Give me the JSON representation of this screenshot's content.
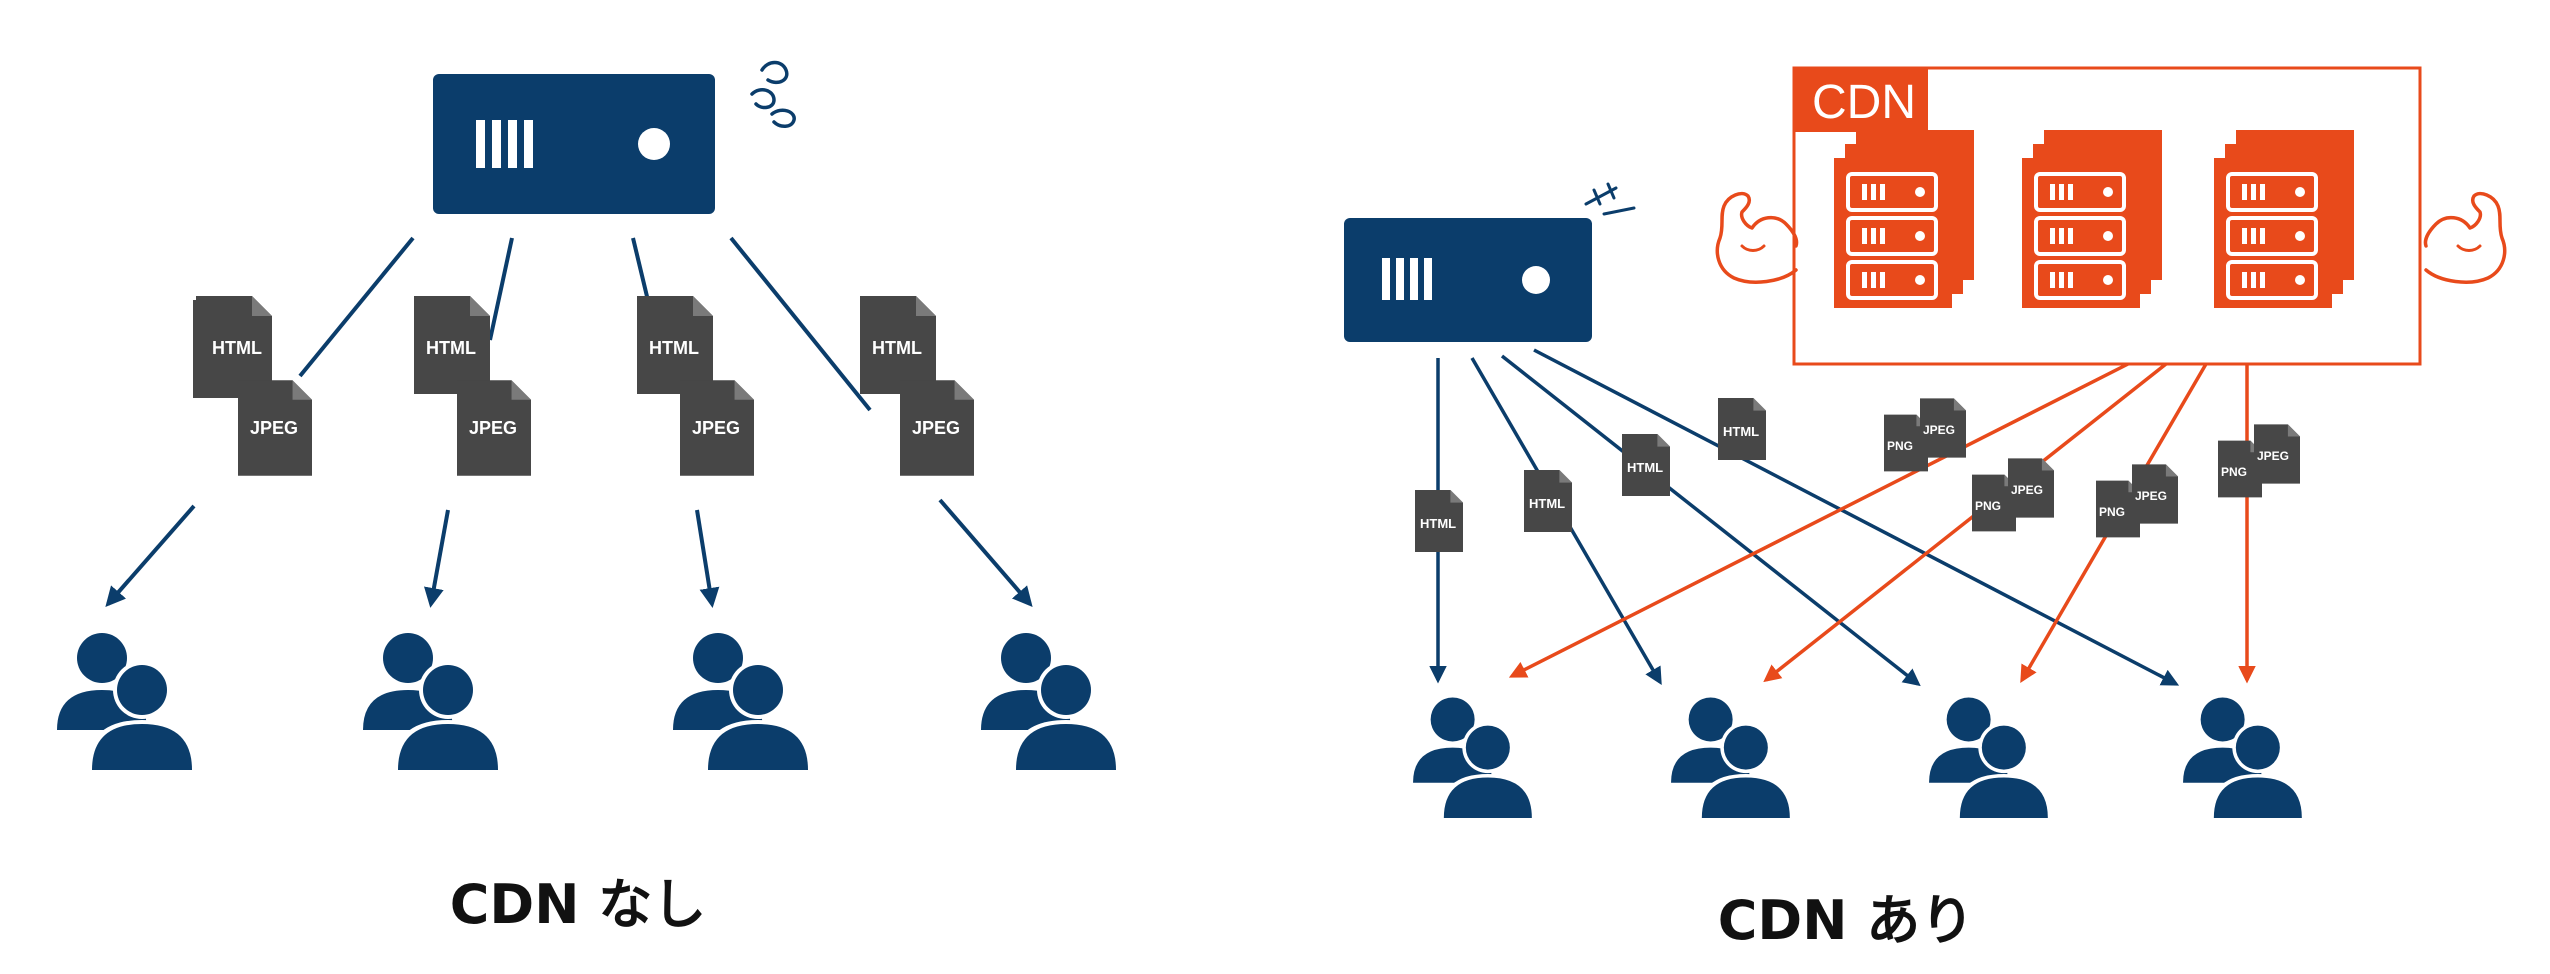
{
  "captions": {
    "without_cdn": "CDN なし",
    "with_cdn": "CDN あり"
  },
  "cdn_label": "CDN",
  "file_labels": {
    "html": "HTML",
    "jpeg": "JPEG",
    "png": "PNG"
  },
  "colors": {
    "navy": "#0b3d6b",
    "orange": "#e84a1b",
    "doc_gray": "#474747",
    "caption": "#111111"
  },
  "icons": {
    "origin_server": "server-icon",
    "cdn_server": "server-stack-icon",
    "users": "user-group-icon",
    "files": "document-icon",
    "stress": "sweat-drops-icon",
    "strain": "strain-marks-icon",
    "strength": "flexed-arm-icon"
  }
}
